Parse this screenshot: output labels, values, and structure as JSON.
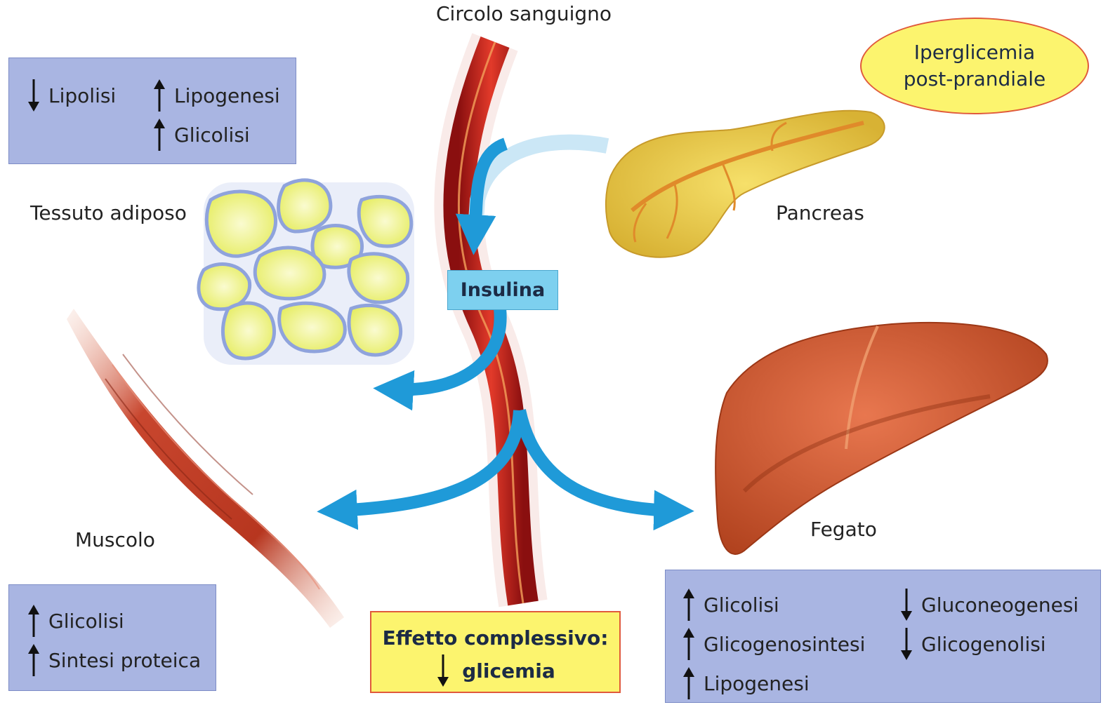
{
  "title": "Circolo sanguigno",
  "trigger": {
    "line1": "Iperglicemia",
    "line2": "post-prandiale"
  },
  "center_label": "Insulina",
  "organs": {
    "adipose": "Tessuto adiposo",
    "pancreas": "Pancreas",
    "muscle": "Muscolo",
    "liver": "Fegato"
  },
  "adipose_box": {
    "items": [
      {
        "label": "Lipolisi",
        "direction": "down"
      },
      {
        "label": "Lipogenesi",
        "direction": "up"
      },
      {
        "label": "Glicolisi",
        "direction": "up"
      }
    ]
  },
  "muscle_box": {
    "items": [
      {
        "label": "Glicolisi",
        "direction": "up"
      },
      {
        "label": "Sintesi proteica",
        "direction": "up"
      }
    ]
  },
  "liver_box": {
    "items": [
      {
        "label": "Glicolisi",
        "direction": "up"
      },
      {
        "label": "Glicogenosintesi",
        "direction": "up"
      },
      {
        "label": "Lipogenesi",
        "direction": "up"
      },
      {
        "label": "Gluconeogenesi",
        "direction": "down"
      },
      {
        "label": "Glicogenolisi",
        "direction": "down"
      }
    ]
  },
  "effect": {
    "line1": "Effetto complessivo:",
    "line2": "glicemia",
    "direction": "down"
  },
  "colors": {
    "box_fill": "#a9b5e2",
    "insulin_fill": "#7dd0ef",
    "arrow_blue": "#1f9ad8",
    "highlight_yellow": "#fcf46e",
    "highlight_border": "#e05a3c",
    "vessel_red": "#c81e1e"
  }
}
